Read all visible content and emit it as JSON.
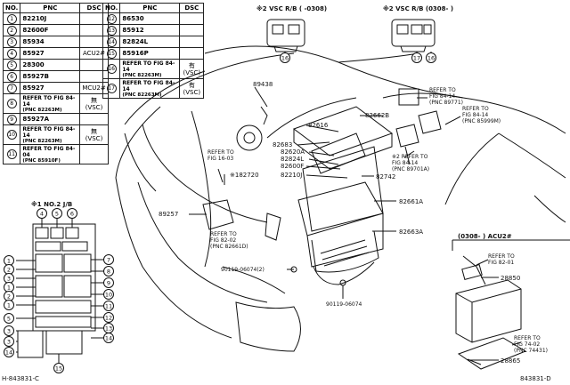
{
  "table_left": {
    "headers": {
      "no": "NO.",
      "pnc": "PNC",
      "dsc": "DSC"
    },
    "rows": [
      {
        "no": "1",
        "pnc": "82210J",
        "dsc": ""
      },
      {
        "no": "2",
        "pnc": "82600F",
        "dsc": ""
      },
      {
        "no": "3",
        "pnc": "85934",
        "dsc": ""
      },
      {
        "no": "4",
        "pnc": "85927",
        "dsc": "ACU2#"
      },
      {
        "no": "5",
        "pnc": "28300",
        "dsc": ""
      },
      {
        "no": "6",
        "pnc": "85927B",
        "dsc": ""
      },
      {
        "no": "7",
        "pnc": "85927",
        "dsc": "MCU2#"
      },
      {
        "no": "8",
        "pnc": "REFER TO FIG 84-14",
        "sub": "(PNC 82263M)",
        "dsc": "無(VSC)"
      },
      {
        "no": "9",
        "pnc": "85927A",
        "dsc": ""
      },
      {
        "no": "10",
        "pnc": "REFER TO FIG 84-14",
        "sub": "(PNC 82263M)",
        "dsc": "無(VSC)"
      },
      {
        "no": "11",
        "pnc": "REFER TO FIG 84-04",
        "sub": "(PNC 85910F)",
        "dsc": ""
      }
    ]
  },
  "table_right": {
    "headers": {
      "no": "NO.",
      "pnc": "PNC",
      "dsc": "DSC"
    },
    "rows": [
      {
        "no": "12",
        "pnc": "86530",
        "dsc": ""
      },
      {
        "no": "13",
        "pnc": "85912",
        "dsc": ""
      },
      {
        "no": "14",
        "pnc": "82824L",
        "dsc": ""
      },
      {
        "no": "15",
        "pnc": "85916P",
        "dsc": ""
      },
      {
        "no": "16",
        "pnc": "REFER TO FIG 84-14",
        "sub": "(PNC 82263M)",
        "dsc": "有(VSC)"
      },
      {
        "no": "17",
        "pnc": "REFER TO FIG 84-14",
        "sub": "(PNC 82263M)",
        "dsc": "有(VSC)"
      }
    ]
  },
  "labels": {
    "vsc1": "※2 VSC R/B  (    -0308)",
    "vsc2": "※2 VSC R/B (0308-      )",
    "jb": "※1 NO.2 J/B",
    "acu": "(0308-      ) ACU2#",
    "code_left": "H-843831-C",
    "code_right": "843831-D",
    "c16a": "16",
    "c16b": "16",
    "c17": "17",
    "c15": "15",
    "p89438": "89438",
    "p82616": "82616",
    "p82662B": "82662B",
    "p82683": "82683",
    "p82620A": "82620A",
    "p82824L": "82824L",
    "p82600F": "82600F",
    "p82210J": "82210J",
    "p82742": "82742",
    "p82661A": "82661A",
    "p82663A": "82663A",
    "p89257": "89257",
    "p182720": "※182720",
    "p28850": "28850",
    "p28865": "28865",
    "p90119a": "90119-06074(2)",
    "p90119b": "90119-06074",
    "ref1603": "REFER TO\nFIG 16-03",
    "ref8202": "REFER TO\nFIG 82-02\n(PNC 82661D)",
    "ref8414a": "REFER TO\nFIG 84-14\n(PNC 89771)",
    "ref8414b": "REFER TO\nFIG 84-14\n(PNC 85999M)",
    "ref8414c": "※2 REFER TO\nFIG 84-14\n(PNC 89701A)",
    "ref8201": "REFER TO\nFIG 82-01",
    "ref7402": "REFER TO\nFIG 74-02\n(PNC 74431)"
  },
  "jb_left_callouts": [
    "1",
    "2",
    "3",
    "1",
    "2",
    "1",
    "5",
    "3",
    "3",
    "14"
  ],
  "jb_right_callouts": [
    "7",
    "8",
    "9",
    "10",
    "11",
    "12",
    "13",
    "14"
  ],
  "jb_top_callouts": [
    "4",
    "5",
    "6"
  ]
}
